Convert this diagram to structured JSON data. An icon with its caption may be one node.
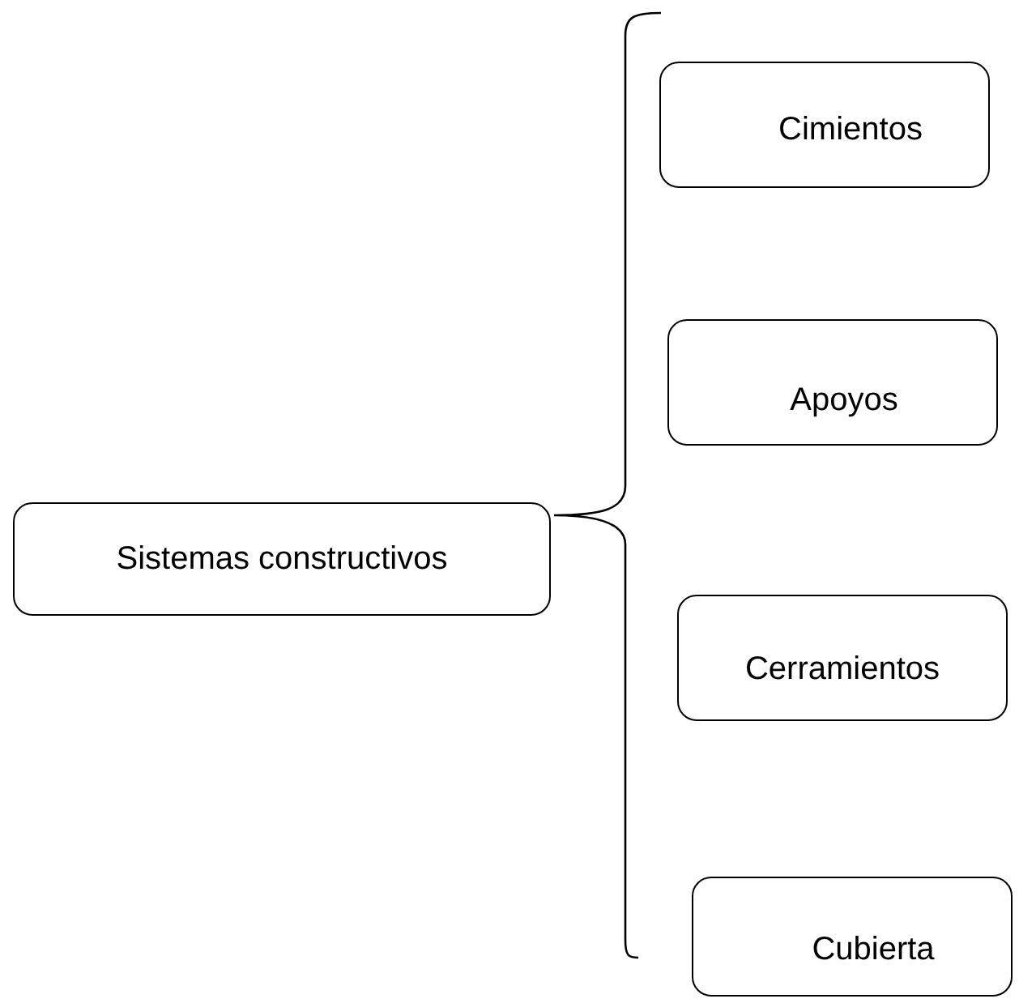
{
  "diagram": {
    "nodes": [
      {
        "text": [
          "Sistemas constructivos"
        ]
      },
      {
        "text": [
          "Cimientos"
        ]
      },
      {
        "text": [
          "Apoyos"
        ]
      },
      {
        "text": [
          "Cerramientos"
        ]
      },
      {
        "text": [
          "Cubierta"
        ]
      }
    ]
  }
}
